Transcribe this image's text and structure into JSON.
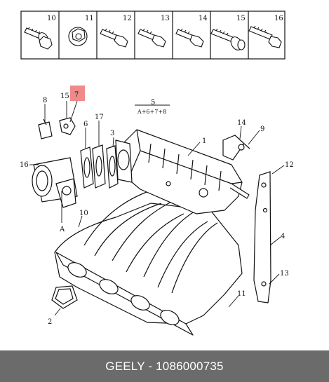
{
  "legend_cells": [
    "10",
    "11",
    "12",
    "13",
    "14",
    "15",
    "16"
  ],
  "callouts": {
    "c1": "1",
    "c2": "2",
    "c3": "3",
    "c4": "4",
    "c5": "5",
    "c5_sub": "A+6+7+8",
    "c6": "6",
    "c7": "7",
    "c8": "8",
    "c9": "9",
    "c10": "10",
    "c11": "11",
    "c12": "12",
    "c13": "13",
    "c14": "14",
    "c15": "15",
    "c16": "16",
    "c17": "17",
    "cA": "A"
  },
  "highlight_color": "#f08a8a",
  "footer": {
    "text": "GEELY - 1086000735"
  }
}
